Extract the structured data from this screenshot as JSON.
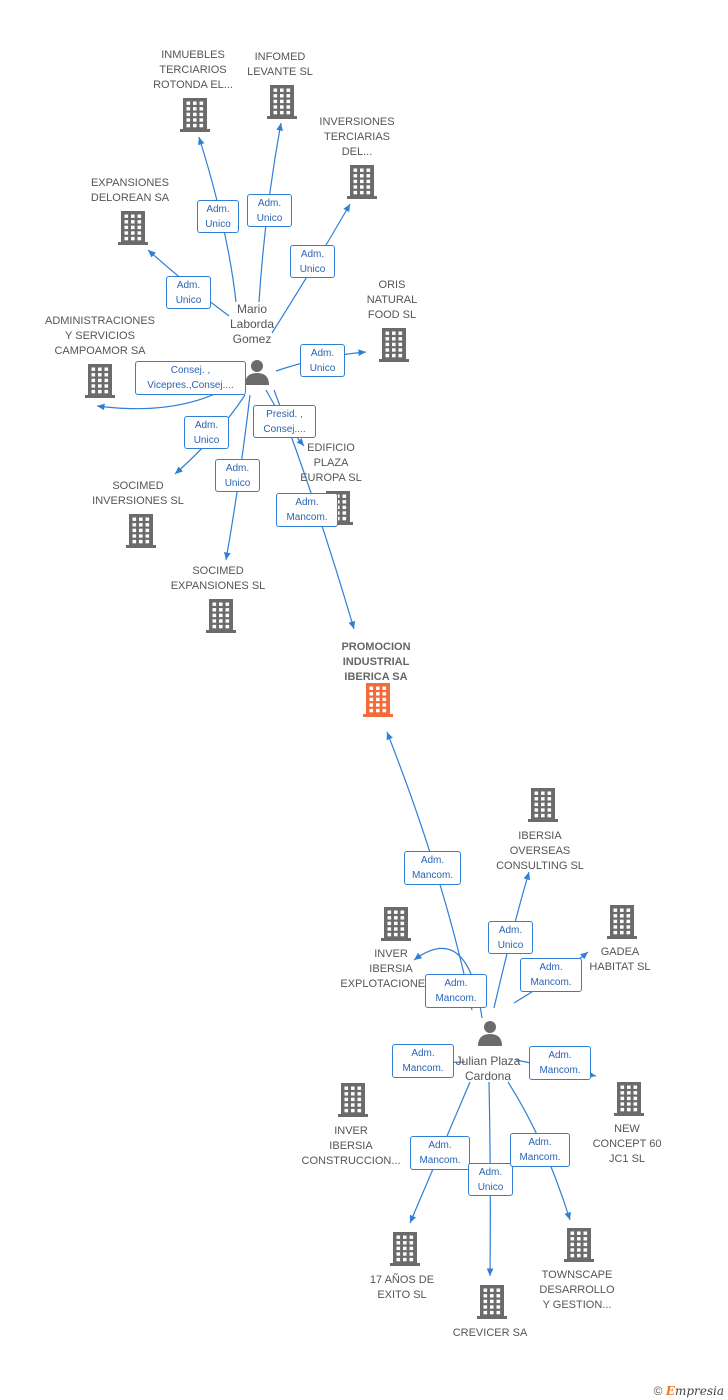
{
  "center": {
    "label": "PROMOCION\nINDUSTRIAL\nIBERICA SA",
    "color": "#f26b3a"
  },
  "persons": [
    {
      "id": "mario",
      "label": "Mario\nLaborda\nGomez"
    },
    {
      "id": "julian",
      "label": "Julian Plaza\nCardona"
    }
  ],
  "companies": [
    {
      "id": "inmuebles",
      "label": "INMUEBLES\nTERCIARIOS\nROTONDA EL..."
    },
    {
      "id": "infomed",
      "label": "INFOMED\nLEVANTE SL"
    },
    {
      "id": "invterciarias",
      "label": "INVERSIONES\nTERCIARIAS\nDEL..."
    },
    {
      "id": "delorean",
      "label": "EXPANSIONES\nDELOREAN SA"
    },
    {
      "id": "oris",
      "label": "ORIS\nNATURAL\nFOOD  SL"
    },
    {
      "id": "campoamor",
      "label": "ADMINISTRACIONES\nY SERVICIOS\nCAMPOAMOR SA"
    },
    {
      "id": "edificio",
      "label": "EDIFICIO\nPLAZA\nEUROPA SL"
    },
    {
      "id": "socimedinv",
      "label": "SOCIMED\nINVERSIONES SL"
    },
    {
      "id": "socimedexp",
      "label": "SOCIMED\nEXPANSIONES SL"
    },
    {
      "id": "ibersia",
      "label": "IBERSIA\nOVERSEAS\nCONSULTING SL"
    },
    {
      "id": "gadea",
      "label": "GADEA\nHABITAT  SL"
    },
    {
      "id": "inverexp",
      "label": "INVER\nIBERSIA\nEXPLOTACIONES..."
    },
    {
      "id": "inverconst",
      "label": "INVER\nIBERSIA\nCONSTRUCCION..."
    },
    {
      "id": "newconcept",
      "label": "NEW\nCONCEPT 60\nJC1 SL"
    },
    {
      "id": "17anos",
      "label": "17 AÑOS DE\nEXITO SL"
    },
    {
      "id": "townscape",
      "label": "TOWNSCAPE\nDESARROLLO\nY GESTION..."
    },
    {
      "id": "crevicer",
      "label": "CREVICER SA"
    }
  ],
  "edges": [
    {
      "from": "mario",
      "to": "inmuebles",
      "label": "Adm.\nUnico"
    },
    {
      "from": "mario",
      "to": "infomed",
      "label": "Adm.\nUnico"
    },
    {
      "from": "mario",
      "to": "invterciarias",
      "label": "Adm.\nUnico"
    },
    {
      "from": "mario",
      "to": "delorean",
      "label": "Adm.\nUnico"
    },
    {
      "from": "mario",
      "to": "oris",
      "label": "Adm.\nUnico"
    },
    {
      "from": "mario",
      "to": "campoamor",
      "label": "Consej. ,\nVicepres.,Consej...."
    },
    {
      "from": "mario",
      "to": "edificio",
      "label": "Presid. ,\nConsej...."
    },
    {
      "from": "mario",
      "to": "socimedinv",
      "label": "Adm.\nUnico"
    },
    {
      "from": "mario",
      "to": "socimedexp",
      "label": "Adm.\nUnico"
    },
    {
      "from": "mario",
      "to": "center",
      "label": "Adm.\nMancom."
    },
    {
      "from": "julian",
      "to": "center",
      "label": "Adm.\nMancom."
    },
    {
      "from": "julian",
      "to": "inverexp",
      "label": "Adm.\nMancom."
    },
    {
      "from": "julian",
      "to": "ibersia",
      "label": "Adm.\nUnico"
    },
    {
      "from": "julian",
      "to": "gadea",
      "label": "Adm.\nMancom."
    },
    {
      "from": "julian",
      "to": "inverconst",
      "label": "Adm.\nMancom."
    },
    {
      "from": "julian",
      "to": "newconcept",
      "label": "Adm.\nMancom."
    },
    {
      "from": "julian",
      "to": "17anos",
      "label": "Adm.\nMancom."
    },
    {
      "from": "julian",
      "to": "crevicer",
      "label": "Adm.\nUnico"
    },
    {
      "from": "julian",
      "to": "townscape",
      "label": "Adm.\nMancom."
    }
  ],
  "colors": {
    "edge": "#2f7fd6",
    "icon": "#6b6b6b",
    "text": "#555555"
  },
  "footer": {
    "copyright": "©",
    "brand_initial": "E",
    "brand_rest": "mpresia"
  }
}
